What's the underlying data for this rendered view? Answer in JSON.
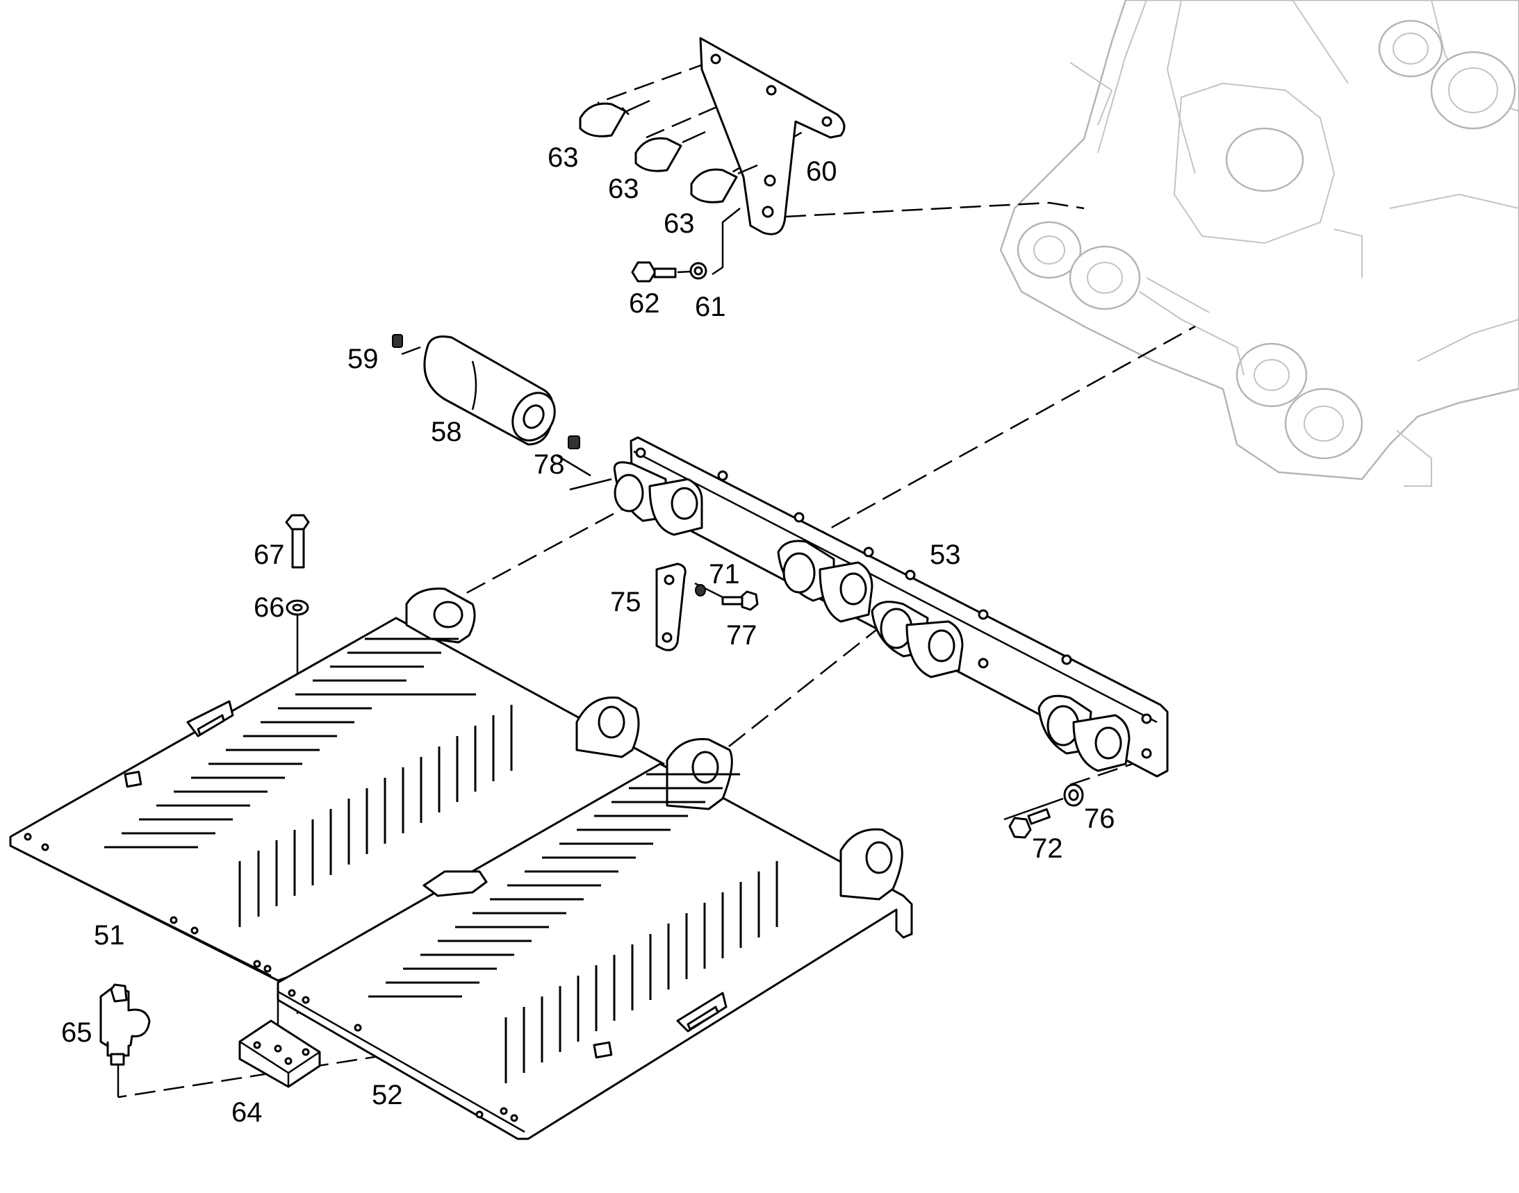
{
  "diagram": {
    "callouts": [
      {
        "id": "63a",
        "text": "63"
      },
      {
        "id": "63b",
        "text": "63"
      },
      {
        "id": "63c",
        "text": "63"
      },
      {
        "id": "60",
        "text": "60"
      },
      {
        "id": "62",
        "text": "62"
      },
      {
        "id": "61",
        "text": "61"
      },
      {
        "id": "59",
        "text": "59"
      },
      {
        "id": "58",
        "text": "58"
      },
      {
        "id": "78",
        "text": "78"
      },
      {
        "id": "53",
        "text": "53"
      },
      {
        "id": "67",
        "text": "67"
      },
      {
        "id": "66",
        "text": "66"
      },
      {
        "id": "71",
        "text": "71"
      },
      {
        "id": "75",
        "text": "75"
      },
      {
        "id": "77",
        "text": "77"
      },
      {
        "id": "76",
        "text": "76"
      },
      {
        "id": "72",
        "text": "72"
      },
      {
        "id": "51",
        "text": "51"
      },
      {
        "id": "65",
        "text": "65"
      },
      {
        "id": "64",
        "text": "64"
      },
      {
        "id": "52",
        "text": "52"
      }
    ]
  }
}
